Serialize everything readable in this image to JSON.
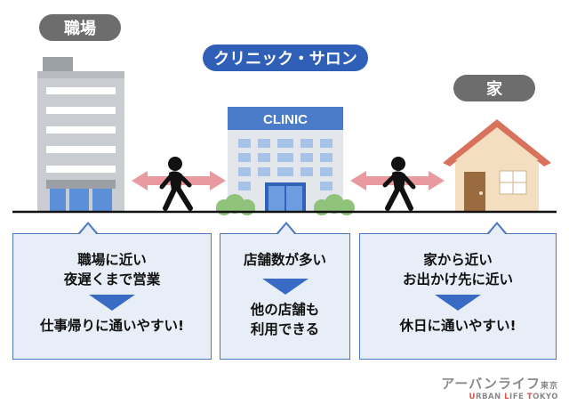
{
  "labels": {
    "workplace": "職場",
    "clinic_salon": "クリニック・サロン",
    "home": "家",
    "clinic_sign": "CLINIC"
  },
  "boxes": {
    "workplace": {
      "line1": "職場に近い",
      "line2": "夜遅くまで営業",
      "result": "仕事帰りに通いやすい!"
    },
    "clinic": {
      "line1": "店舗数が多い",
      "result1": "他の店舗も",
      "result2": "利用できる"
    },
    "home": {
      "line1": "家から近い",
      "line2": "お出かけ先に近い",
      "result": "休日に通いやすい!"
    }
  },
  "brand": {
    "jp": "アーバンライフ",
    "jp_small": "東京",
    "en_prefix": "U",
    "en_mid1": "RBAN ",
    "en_l": "L",
    "en_mid2": "IFE ",
    "en_t": "T",
    "en_suffix": "OKYO"
  },
  "colors": {
    "accent_blue": "#2f5fb6",
    "arrow_pink": "#e89aa0",
    "label_gray": "#6d6d6d",
    "box_fill": "#e8eef7",
    "roof": "#d9725c"
  }
}
